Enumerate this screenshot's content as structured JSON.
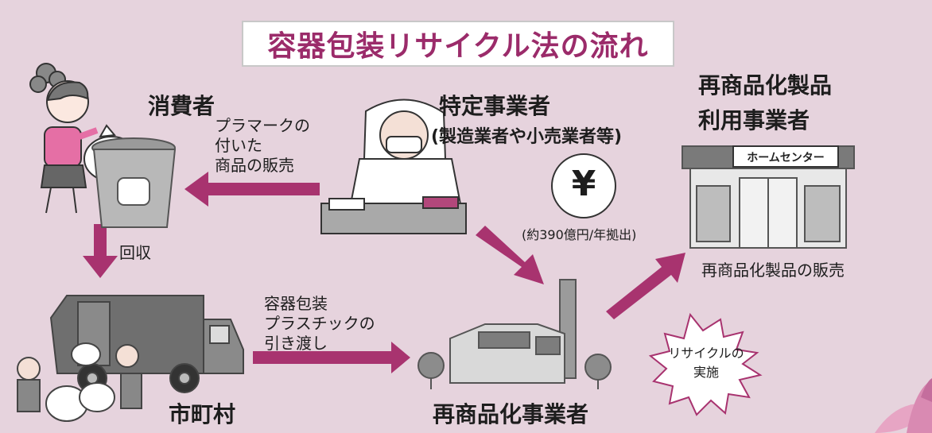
{
  "title": "容器包装リサイクル法の流れ",
  "nodes": {
    "consumer": "消費者",
    "specific_business": "特定事業者",
    "specific_business_sub": "(製造業者や小売業者等)",
    "user_business_line1": "再商品化製品",
    "user_business_line2": "利用事業者",
    "municipality": "市町村",
    "recycler": "再商品化事業者"
  },
  "flows": {
    "sale_line1": "プラマークの",
    "sale_line2": "付いた",
    "sale_line3": "商品の販売",
    "collection": "回収",
    "handover_line1": "容器包装",
    "handover_line2": "プラスチックの",
    "handover_line3": "引き渡し",
    "recycled_sale": "再商品化製品の販売",
    "fee": "(約390億円/年拠出)",
    "yen_symbol": "¥",
    "burst_line1": "リサイクルの",
    "burst_line2": "実施"
  },
  "store_sign": "ホームセンター",
  "colors": {
    "background": "#e6d3dd",
    "arrow": "#a8336f",
    "title_text": "#9b2b6a"
  }
}
